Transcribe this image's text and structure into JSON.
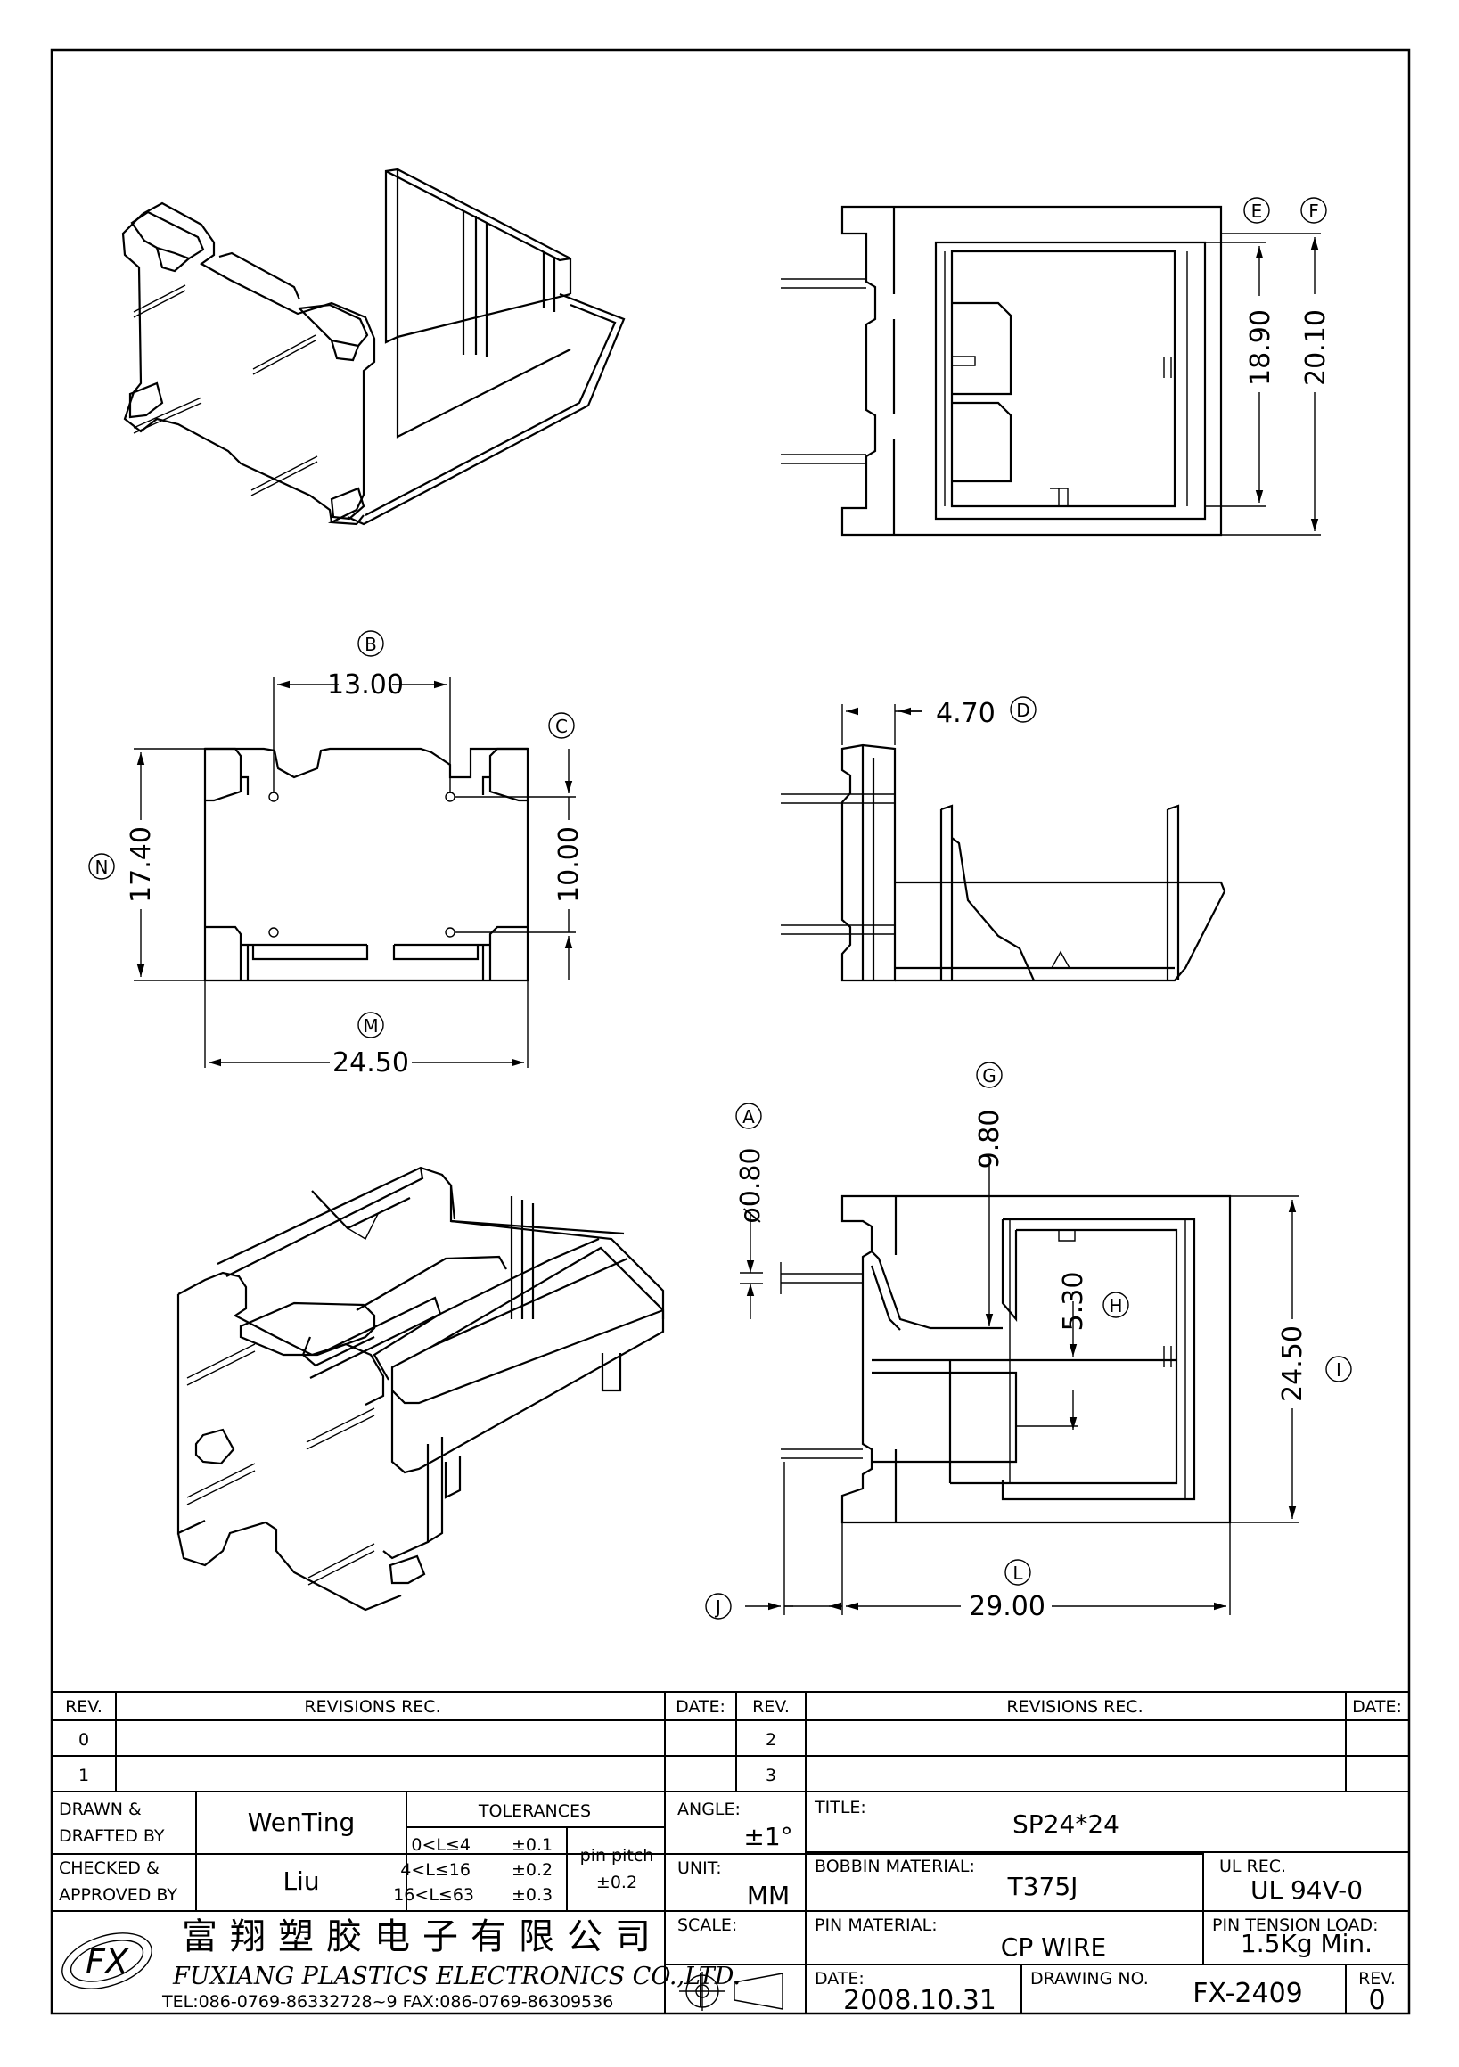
{
  "dimensions": {
    "d_13_00": "13.00",
    "d_17_40": "17.40",
    "d_10_00": "10.00",
    "d_24_50_bottom": "24.50",
    "d_4_70": "4.70",
    "d_18_90": "18.90",
    "d_20_10": "20.10",
    "d_phi_0_80": "ø0.80",
    "d_9_80": "9.80",
    "d_5_30": "5.30",
    "d_24_50_right": "24.50",
    "d_29_00": "29.00"
  },
  "callouts": {
    "A": "A",
    "B": "B",
    "C": "C",
    "D": "D",
    "E": "E",
    "F": "F",
    "G": "G",
    "H": "H",
    "I": "I",
    "J": "J",
    "L": "L",
    "M": "M",
    "N": "N"
  },
  "title_block": {
    "rev_header": "REV.",
    "revisions_header": "REVISIONS   REC.",
    "date_header": "DATE:",
    "rev_rows_left": [
      "0",
      "1"
    ],
    "rev_rows_right": [
      "2",
      "3"
    ],
    "drawn_label_1": "DRAWN  &",
    "drawn_label_2": "DRAFTED  BY",
    "drawn_by": "WenTing",
    "checked_label_1": "CHECKED  &",
    "checked_label_2": "APPROVED  BY",
    "checked_by": "Liu",
    "tolerances_label": "TOLERANCES",
    "tol_1_range": "0<L≤4",
    "tol_1_val": "±0.1",
    "tol_2_range": "4<L≤16",
    "tol_2_val": "±0.2",
    "tol_3_range": "16<L≤63",
    "tol_3_val": "±0.3",
    "pin_pitch_label": "pin  pitch",
    "pin_pitch_val": "±0.2",
    "angle_label": "ANGLE:",
    "angle_value": "±1°",
    "unit_label": "UNIT:",
    "unit_value": "MM",
    "scale_label": "SCALE:",
    "title_label": "TITLE:",
    "title_value": "SP24*24",
    "bobbin_label": "BOBBIN  MATERIAL:",
    "bobbin_value": "T375J",
    "ul_label": "UL  REC.",
    "ul_value": "UL  94V-0",
    "pin_material_label": "PIN  MATERIAL:",
    "pin_material_value": "CP  WIRE",
    "pin_tension_label": "PIN  TENSION  LOAD:",
    "pin_tension_value": "1.5Kg  Min.",
    "date_label": "DATE:",
    "date_value": "2008.10.31",
    "drawing_no_label": "DRAWING  NO.",
    "drawing_no_value": "FX-2409",
    "rev_label": "REV.",
    "rev_value": "0",
    "company_cn": "富翔塑胶电子有限公司",
    "company_en": "FUXIANG  PLASTICS  ELECTRONICS  CO.,LTD.",
    "company_tel": "TEL:086-0769-86332728~9   FAX:086-0769-86309536",
    "logo_text": "FX"
  }
}
